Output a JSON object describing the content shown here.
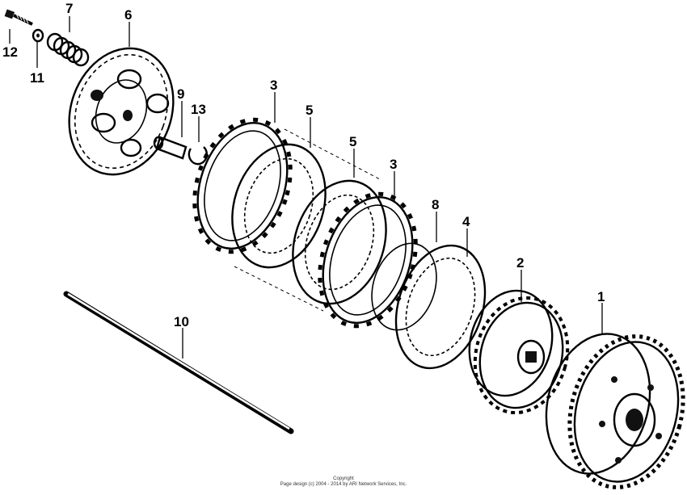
{
  "callouts": {
    "p1": "1",
    "p2": "2",
    "p3a": "3",
    "p3b": "3",
    "p4": "4",
    "p5a": "5",
    "p5b": "5",
    "p6": "6",
    "p7": "7",
    "p8": "8",
    "p9": "9",
    "p10": "10",
    "p11": "11",
    "p12": "12",
    "p13": "13"
  },
  "footer": {
    "line1": "Copyright",
    "line2": "Page design (c) 2004 - 2014 by ARI Network Services, Inc."
  }
}
